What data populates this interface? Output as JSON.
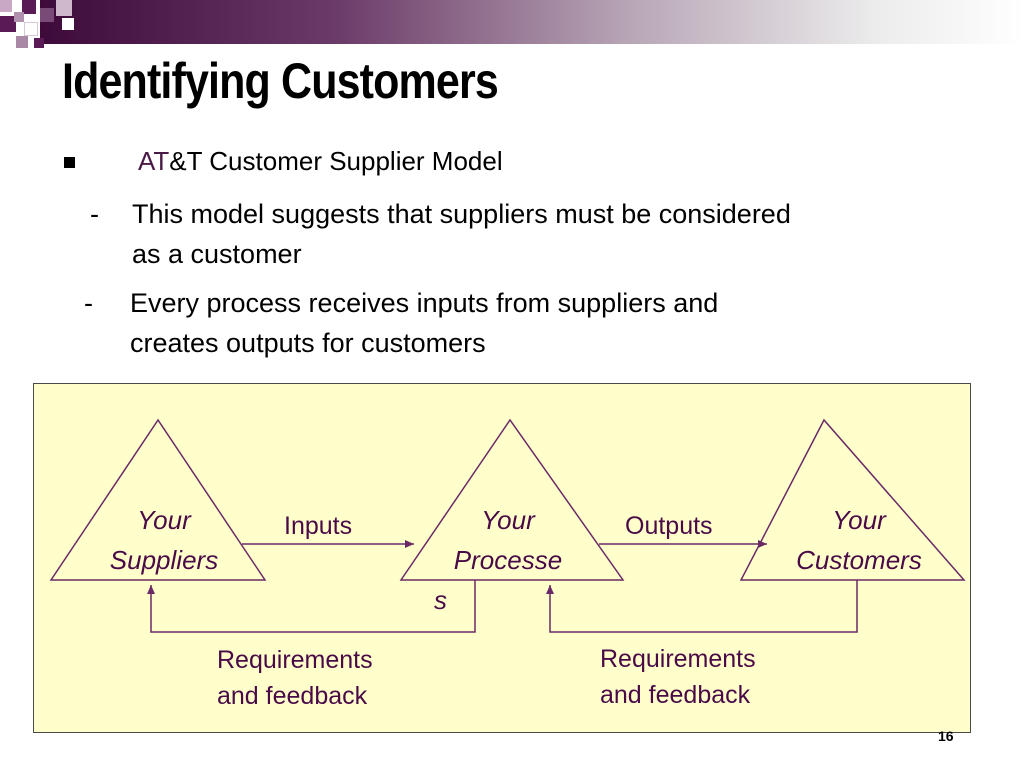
{
  "slide": {
    "title": "Identifying Customers",
    "bullet": {
      "prefix": "AT",
      "rest": "&T Customer Supplier Model"
    },
    "subpoints": [
      {
        "dash": "-",
        "line1": "This model suggests that suppliers must be considered",
        "line2": "as a customer"
      },
      {
        "dash": "-",
        "line1": "Every process receives inputs from suppliers and",
        "line2": "creates outputs for customers"
      }
    ],
    "page_number": "16"
  },
  "diagram": {
    "nodes": [
      {
        "line1": "Your",
        "line2": "Suppliers",
        "line3": ""
      },
      {
        "line1": "Your",
        "line2": "Processe",
        "line3": "s"
      },
      {
        "line1": "Your",
        "line2": "Customers",
        "line3": ""
      }
    ],
    "forward_labels": [
      "Inputs",
      "Outputs"
    ],
    "feedback_labels": [
      {
        "line1": "Requirements",
        "line2": "and feedback"
      },
      {
        "line1": "Requirements",
        "line2": "and feedback"
      }
    ]
  },
  "colors": {
    "title_bar_dark": "#3d0a3a",
    "diagram_fill": "#ffffcc",
    "diagram_text": "#4a0a47",
    "diagram_lines": "#6b2a67"
  }
}
